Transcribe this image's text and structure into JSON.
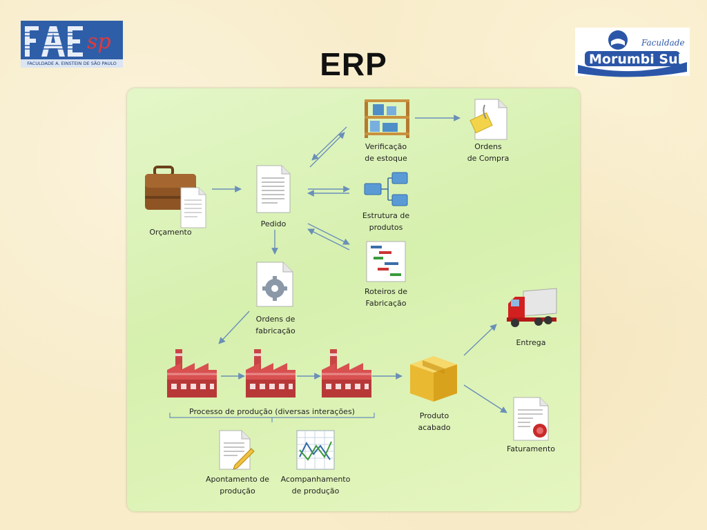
{
  "slide": {
    "title": "ERP"
  },
  "logos": {
    "left": {
      "name": "FAESP",
      "caption": "FACULDADE A. EINSTEIN DE SÃO PAULO"
    },
    "right": {
      "name": "Morumbi Sul",
      "caption": "Faculdade"
    }
  },
  "diagram": {
    "nodes": {
      "orcamento": {
        "lines": [
          "Orçamento"
        ],
        "icon": "briefcase-document-icon"
      },
      "pedido": {
        "lines": [
          "Pedido"
        ],
        "icon": "document-icon"
      },
      "verificacao": {
        "lines": [
          "Verificação",
          "de estoque"
        ],
        "icon": "warehouse-shelf-icon"
      },
      "ordens_compra": {
        "lines": [
          "Ordens",
          "de Compra"
        ],
        "icon": "document-paperclip-icon"
      },
      "estrutura": {
        "lines": [
          "Estrutura de",
          "produtos"
        ],
        "icon": "hierarchy-icon"
      },
      "roteiros": {
        "lines": [
          "Roteiros de",
          "Fabricação"
        ],
        "icon": "gantt-chart-icon"
      },
      "ordens_fab": {
        "lines": [
          "Ordens de",
          "fabricação"
        ],
        "icon": "document-gear-icon"
      },
      "processo": {
        "lines": [
          "Processo de produção (diversas interações)"
        ],
        "icon": "factory-icon"
      },
      "produto": {
        "lines": [
          "Produto",
          "acabado"
        ],
        "icon": "box-icon"
      },
      "entrega": {
        "lines": [
          "Entrega"
        ],
        "icon": "truck-icon"
      },
      "faturamento": {
        "lines": [
          "Faturamento"
        ],
        "icon": "invoice-seal-icon"
      },
      "apontamento": {
        "lines": [
          "Apontamento de",
          "produção"
        ],
        "icon": "document-pencil-icon"
      },
      "acompanhamento": {
        "lines": [
          "Acompanhamento",
          "de produção"
        ],
        "icon": "line-chart-sheet-icon"
      }
    },
    "colors": {
      "arrow": "#6a8fb8",
      "panel": "#dcf2b8",
      "factory": "#d84a4a",
      "box": "#f0c040",
      "truck": "#d22020"
    }
  }
}
